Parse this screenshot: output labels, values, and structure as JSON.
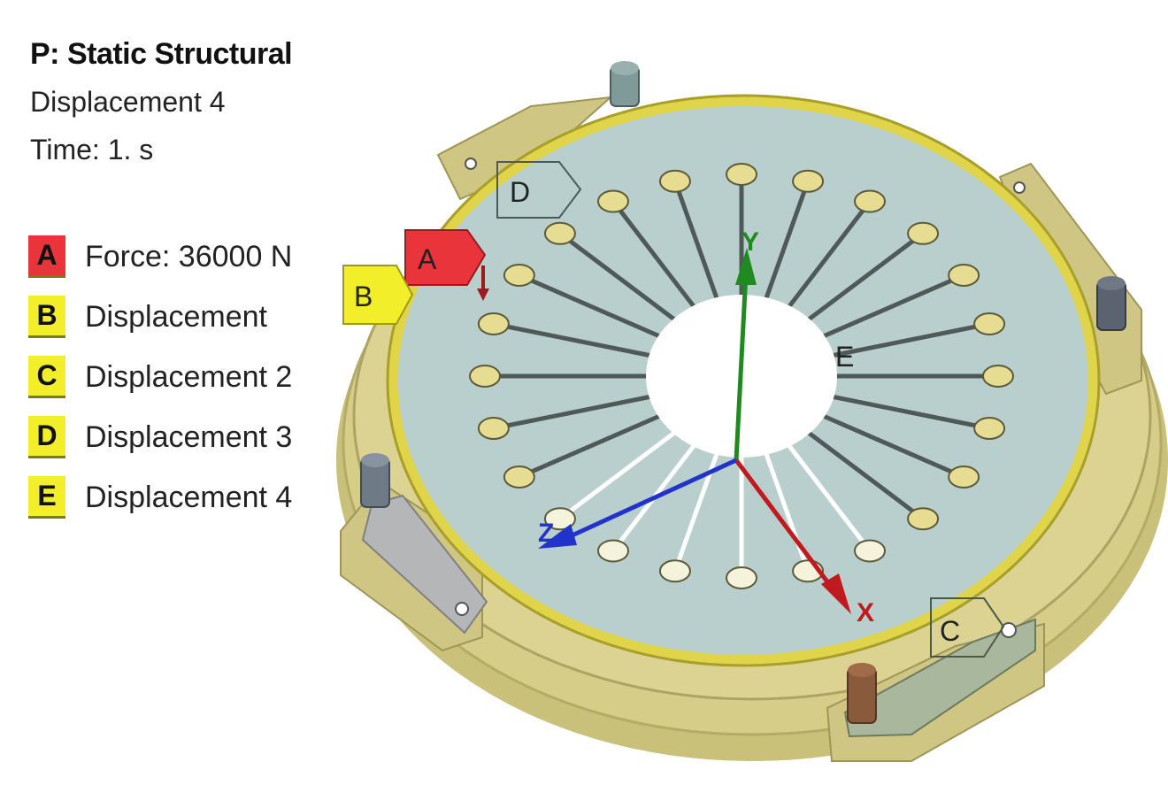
{
  "header": {
    "title": "P: Static Structural",
    "subtitle": "Displacement 4",
    "time": "Time: 1. s"
  },
  "legend": [
    {
      "letter": "A",
      "label": "Force: 36000 N",
      "color": "#e8343a"
    },
    {
      "letter": "B",
      "label": "Displacement",
      "color": "#f2ee2a"
    },
    {
      "letter": "C",
      "label": "Displacement 2",
      "color": "#f2ee2a"
    },
    {
      "letter": "D",
      "label": "Displacement 3",
      "color": "#f2ee2a"
    },
    {
      "letter": "E",
      "label": "Displacement 4",
      "color": "#f2ee2a"
    }
  ],
  "tags": {
    "A": "A",
    "B": "B",
    "C": "C",
    "D": "D",
    "E": "E"
  },
  "axes": {
    "x": "X",
    "y": "Y",
    "z": "Z"
  },
  "colors": {
    "plate": "#b9cfcd",
    "housing": "#d8d08c",
    "rim": "#e0d44a",
    "x_axis": "#c0191e",
    "y_axis": "#1f8a1f",
    "z_axis": "#2233cc"
  }
}
